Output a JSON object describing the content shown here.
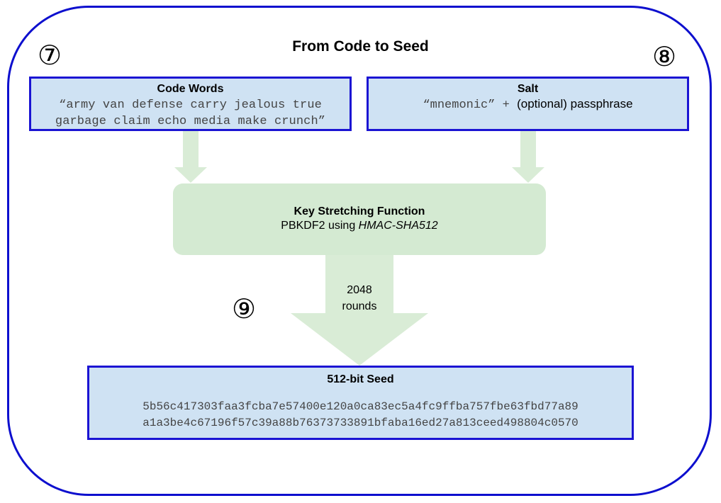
{
  "title": "From Code to Seed",
  "steps": {
    "seven": "⑦",
    "eight": "⑧",
    "nine": "⑨"
  },
  "code_words": {
    "title": "Code Words",
    "line1": "“army van defense carry jealous true",
    "line2": "garbage claim echo media make crunch”"
  },
  "salt": {
    "title": "Salt",
    "mnemonic": "“mnemonic”",
    "plus": " + ",
    "passphrase": "(optional) passphrase"
  },
  "ksf": {
    "title": "Key Stretching Function",
    "prefix": "PBKDF2 using ",
    "algo": "HMAC-SHA512"
  },
  "rounds": {
    "count": "2048",
    "label": "rounds"
  },
  "seed": {
    "title": "512-bit Seed",
    "line1": "5b56c417303faa3fcba7e57400e120a0ca83ec5a4fc9ffba757fbe63fbd77a89",
    "line2": "a1a3be4c67196f57c39a88b76373733891bfaba16ed27a813ceed498804c0570"
  },
  "colors": {
    "frame": "#0d0fce",
    "box_fill": "#cfe2f3",
    "box_border": "#1b14d3",
    "process_fill": "#d4ead2",
    "arrow": "#d9ecd6"
  }
}
